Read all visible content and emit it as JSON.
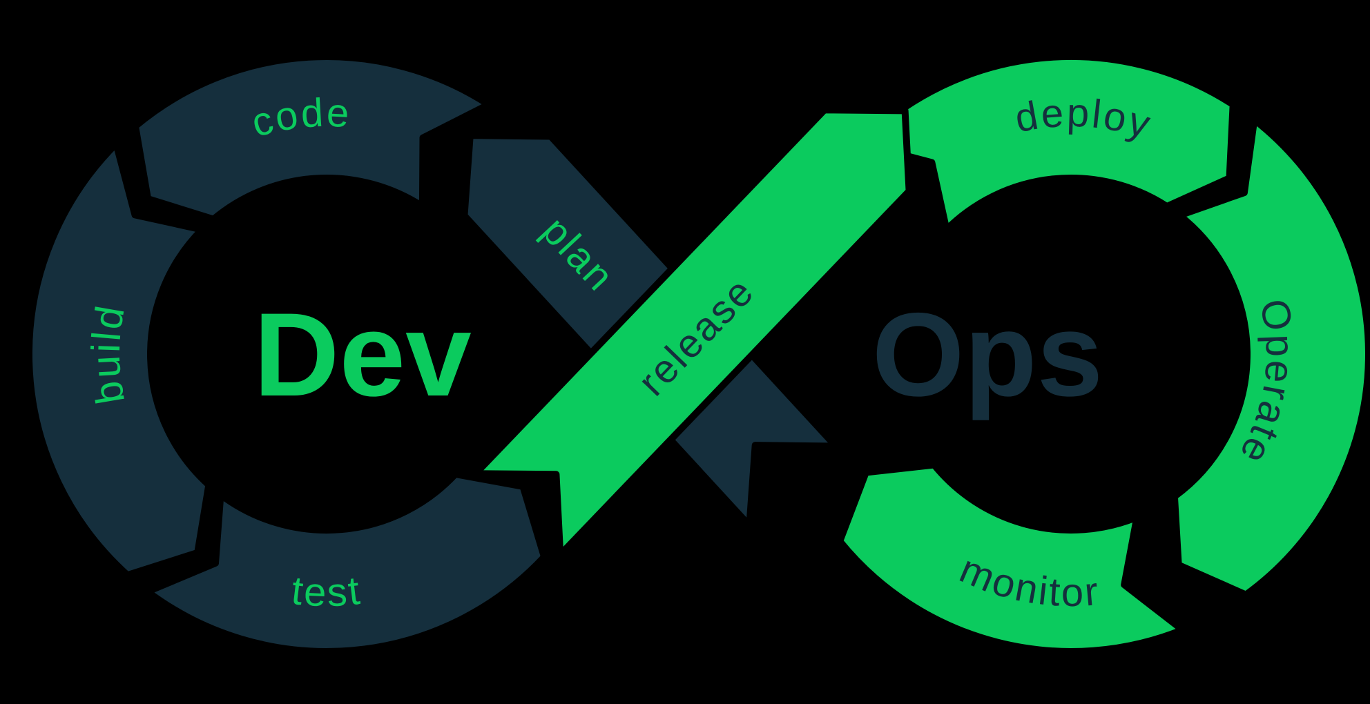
{
  "diagram": {
    "type": "devops-infinity-loop",
    "left_loop_word": "Dev",
    "right_loop_word": "Ops",
    "stages": {
      "plan": "plan",
      "code": "code",
      "build": "build",
      "test": "test",
      "release": "release",
      "deploy": "deploy",
      "operate": "Operate",
      "monitor": "monitor"
    },
    "colors": {
      "background": "#000000",
      "navy": "#152F3D",
      "green": "#0BCB5E"
    }
  }
}
